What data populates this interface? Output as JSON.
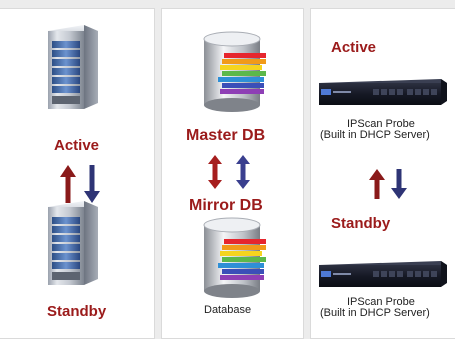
{
  "servers": {
    "active_label": "Active",
    "standby_label": "Standby"
  },
  "database": {
    "master_label": "Master DB",
    "mirror_label": "Mirror DB",
    "caption": "Database"
  },
  "probes": {
    "active_label": "Active",
    "standby_label": "Standby",
    "probe_title_top": "IPScan Probe",
    "probe_sub_top": "(Built in DHCP Server)",
    "probe_title_bottom": "IPScan Probe",
    "probe_sub_bottom": "(Built in DHCP Server)"
  },
  "colors": {
    "label_red": "#9b1b1b",
    "arrow_up": "#8a1a1a",
    "arrow_down": "#2e3475",
    "db_arrow_red": "#a61e1e",
    "db_arrow_blue": "#3a3f8f"
  },
  "icons": [
    "server-tower-icon",
    "database-cylinder-icon",
    "rack-appliance-icon",
    "arrow-up-icon",
    "arrow-down-icon"
  ]
}
